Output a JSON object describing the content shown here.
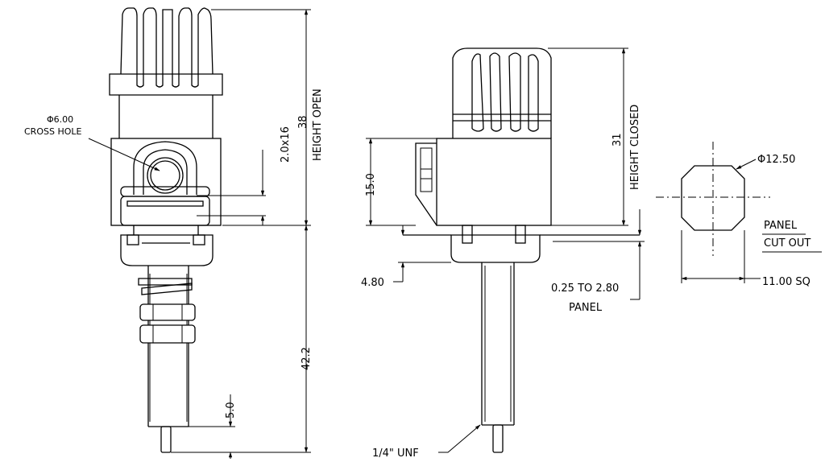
{
  "labels": {
    "cross_hole_dia": "Φ6.00",
    "cross_hole": "CROSS HOLE",
    "dim_2x16": "2.0x16",
    "dim_38": "38",
    "height_open": "HEIGHT OPEN",
    "dim_42_2": "42.2",
    "dim_5_0": "5.0",
    "dim_15_0": "15.0",
    "dim_4_80": "4.80",
    "dim_31": "31",
    "height_closed": "HEIGHT CLOSED",
    "panel_range": "0.25 TO 2.80",
    "panel": "PANEL",
    "thread": "1/4\" UNF",
    "cutout_dia": "Φ12.50",
    "panel_cutout_1": "PANEL",
    "panel_cutout_2": "CUT OUT",
    "cutout_sq": "11.00 SQ"
  }
}
